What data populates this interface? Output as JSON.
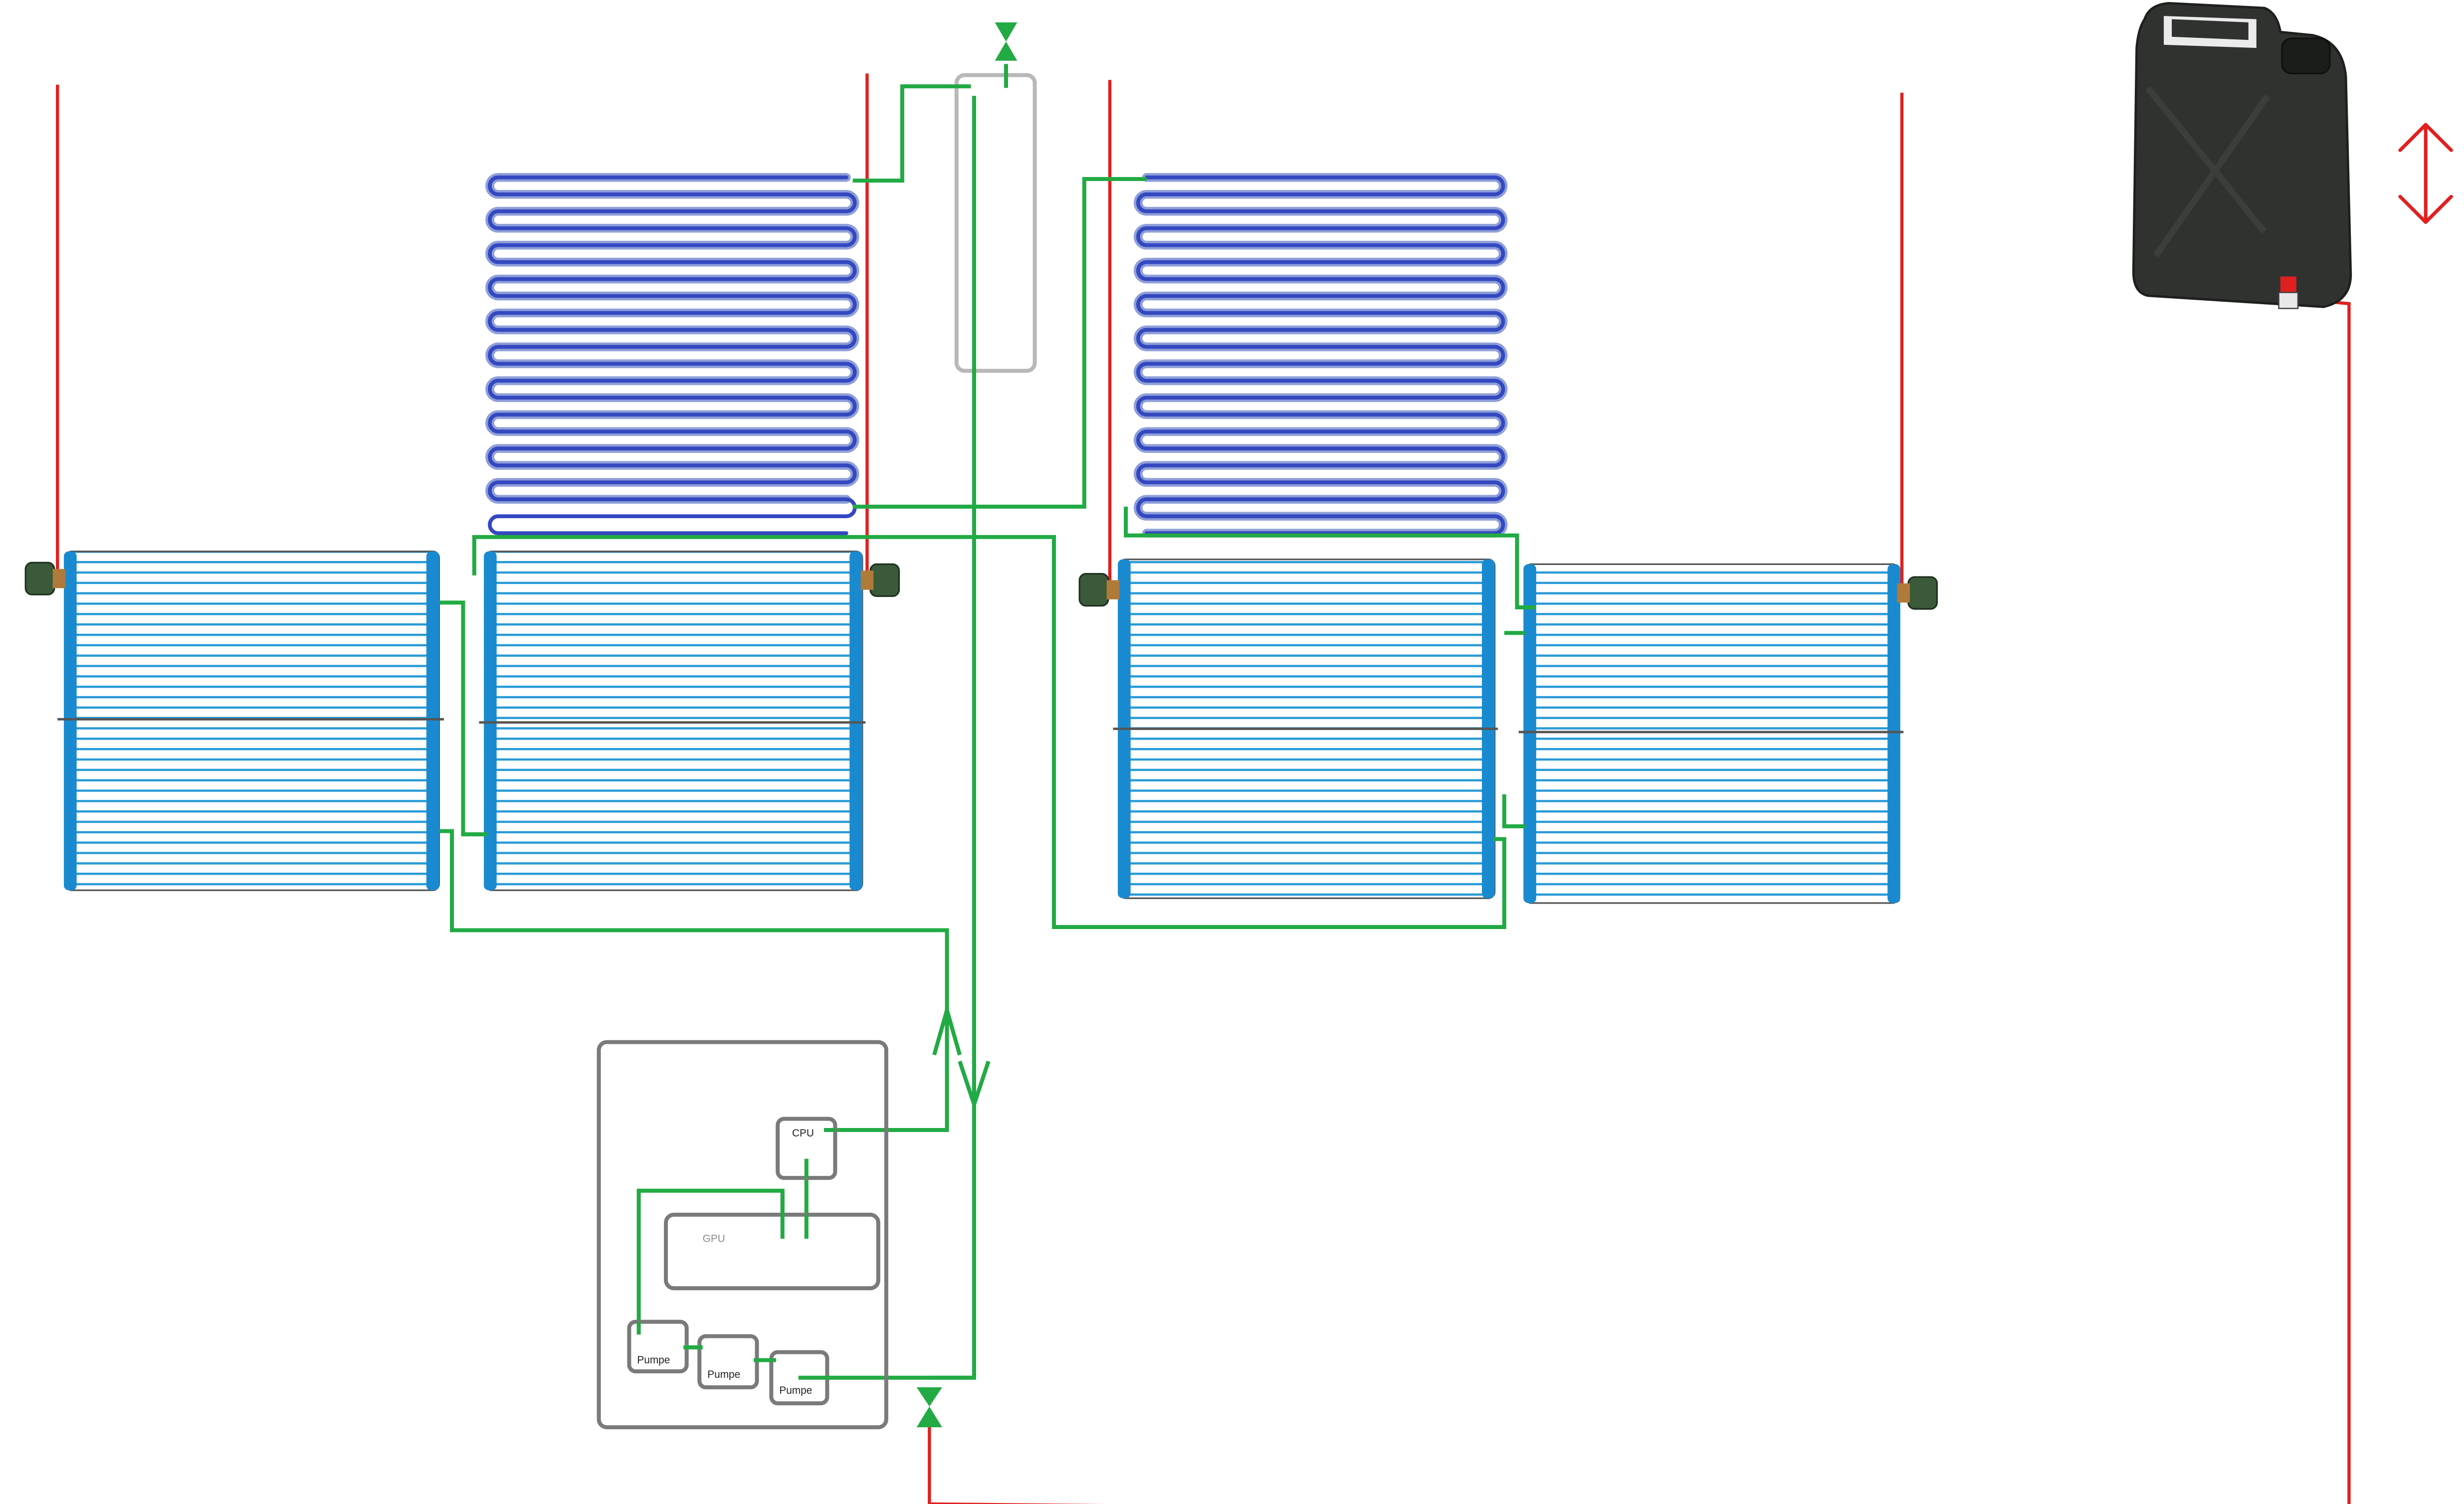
{
  "labels": {
    "cpu": "CPU",
    "gpu": "GPU",
    "pump_1": "Pumpe",
    "pump_2": "Pumpe",
    "pump_3": "Pumpe"
  },
  "colors": {
    "background": "#ffffff",
    "coolant_line": "#22aa44",
    "fill_line": "#e02020",
    "radiator_tube": "#2a9ad6",
    "radiator_header": "#1a8ad0",
    "coil_tube": "#3348c0",
    "coil_tube_light": "#8f9fd8",
    "enclosure": "#7a7a7a",
    "reservoir": "#b8b8b8",
    "canister": "#2f322f",
    "bleed_valve": "#3a5a3a"
  },
  "icons": {
    "top_valve": "valve-icon",
    "bottom_valve": "valve-icon",
    "flow_up": "arrow-up-icon",
    "flow_down": "arrow-down-icon",
    "canister": "jerry-can-icon",
    "height_adjust": "double-arrow-vertical-icon"
  }
}
